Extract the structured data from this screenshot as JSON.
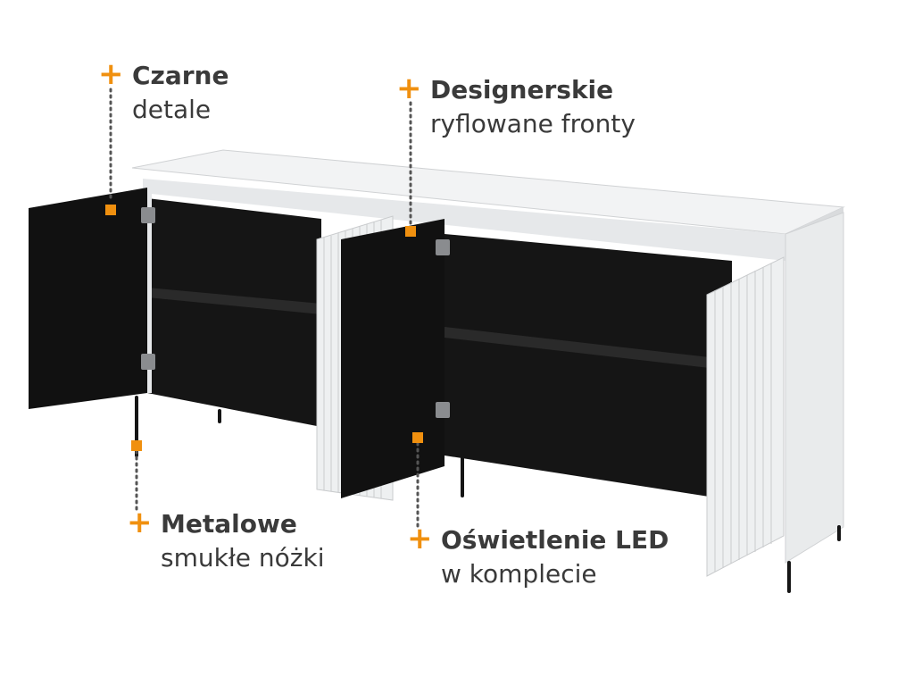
{
  "callouts": {
    "black_details": {
      "title": "Czarne",
      "subtitle": "detale"
    },
    "fluted_fronts": {
      "title": "Designerskie",
      "subtitle": "ryflowane fronty"
    },
    "metal_legs": {
      "title": "Metalowe",
      "subtitle": "smukłe nóżki"
    },
    "led_lighting": {
      "title": "Oświetlenie LED",
      "subtitle": "w komplecie"
    }
  },
  "colors": {
    "accent": "#f0900f",
    "cabinet_body": "#eceeef",
    "cabinet_interior": "#151515",
    "door_black": "#111111",
    "text": "#3a3a3a"
  }
}
